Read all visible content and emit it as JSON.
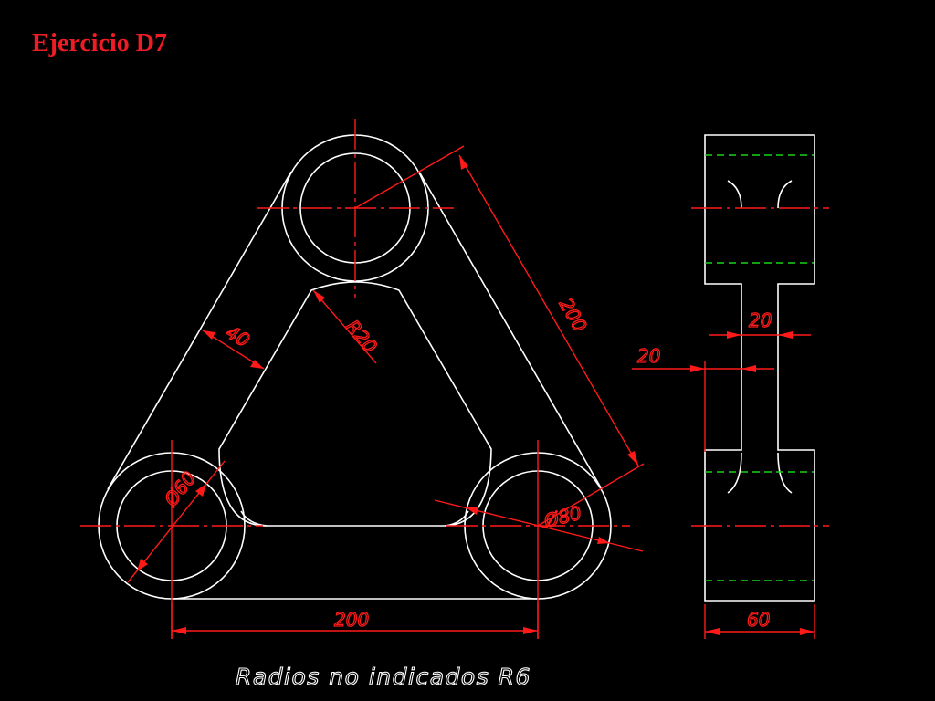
{
  "title": "Ejercicio D7",
  "note": "Radios no indicados R6",
  "colors": {
    "background": "#000000",
    "title": "#ee1c24",
    "outline": "#ffffff",
    "dimension": "#ff1a1a",
    "hidden_line": "#19d419"
  },
  "dimensions": {
    "center_distance_diagonal": "200",
    "center_distance_bottom": "200",
    "arm_width": "40",
    "inner_fillet": "R20",
    "hole_diameter": "Ø60",
    "boss_diameter": "Ø80",
    "web_thickness": "20",
    "web_offset": "20",
    "side_width": "60"
  }
}
